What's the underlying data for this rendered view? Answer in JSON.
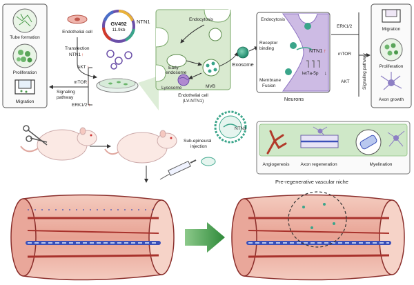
{
  "left_panel": {
    "tube_formation": "Tube formation",
    "proliferation": "Proliferation",
    "migration": "Migration",
    "signaling_pathway": "Signaling",
    "signaling_pathway_2": "pathway"
  },
  "transfection": {
    "endothelial_cell": "Endothelial cell",
    "plasmid_name": "GV492",
    "plasmid_size": "11.9kb",
    "ntn1": "NTN1",
    "transfection_label": "Transfection",
    "transfection_gene": "NTN1",
    "akt": "AKT",
    "mtor": "mTOR",
    "erk": "ERK1/2",
    "up_arrow": "↑"
  },
  "vesicle_panel": {
    "endocytosis": "Endocytosis",
    "early_endosome_1": "Early",
    "early_endosome_2": "endosome",
    "lysosome": "Lysosome",
    "mvb": "MVB",
    "caption_1": "Endothelial cell",
    "caption_2": "(LV-NTN1)"
  },
  "exosome_label": "Exosome",
  "neuron_panel": {
    "endocytosis": "Endocytosis",
    "receptor_1": "Receptor",
    "receptor_2": "binding",
    "membrane_1": "Membrane",
    "membrane_2": "Fusion",
    "ntn1": "NTN1",
    "ntn1_arrow": "↑",
    "mirna": "let7a-5p",
    "mirna_arrow": "↓",
    "neurons": "Neurons"
  },
  "right_panel": {
    "erk": "ERK1/2",
    "mtor": "mTOR",
    "akt": "AKT",
    "signaling_pathway": "Signaling pathway",
    "migration": "Migration",
    "proliferation": "Proliferation",
    "axon_growth": "Axon growth"
  },
  "middle": {
    "ntn1_exosome": "NTN1",
    "injection_1": "Sub-epineural",
    "injection_2": "injection"
  },
  "outcomes": {
    "angiogenesis": "Angiogenesis",
    "axon_regeneration": "Axon regeneration",
    "myelination": "Myelination",
    "niche_title": "Pre-regenerative vascular niche"
  },
  "colors": {
    "panel_border": "#444444",
    "vesicle_bg": "#d9ead0",
    "neuron_purple": "#b9a6d6",
    "exosome_green": "#3aa58a",
    "nerve_pink": "#e9a79a",
    "nerve_dark": "#8a2d2a",
    "axon_blue": "#3a4fb8",
    "arrow_green": "#3a9a3a",
    "red_up": "#d23a2a"
  }
}
